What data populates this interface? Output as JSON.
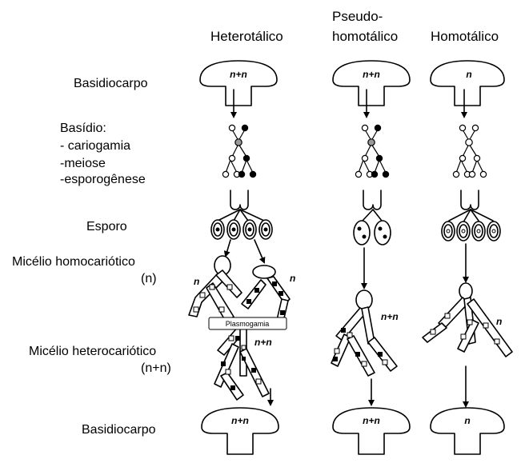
{
  "columns": {
    "heterotalico": "Heterotálico",
    "pseudo_line1": "Pseudo-",
    "pseudo_line2": "homotálico",
    "homotalico": "Homotálico"
  },
  "rows": {
    "basidiocarpo_top": "Basidiocarpo",
    "basidio_title": "Basídio:",
    "basidio_1": "- cariogamia",
    "basidio_2": "-meiose",
    "basidio_3": "-esporogênese",
    "esporo": "Esporo",
    "micelio_homo": "Micélio homocariótico",
    "micelio_homo_n": "(n)",
    "micelio_hetero": "Micélio heterocariótico",
    "micelio_hetero_nn": "(n+n)",
    "basidiocarpo_bottom": "Basidiocarpo"
  },
  "caps": {
    "hetero_top": "n+n",
    "pseudo_top": "n+n",
    "homo_top": "n",
    "hetero_bottom": "n+n",
    "pseudo_bottom": "n+n",
    "homo_bottom": "n"
  },
  "mycelium_labels": {
    "hetero_left_n": "n",
    "hetero_right_n": "n",
    "hetero_nn": "n+n",
    "pseudo_nn": "n+n",
    "homo_n": "n"
  },
  "plasmogamia": "Plasmogamia"
}
